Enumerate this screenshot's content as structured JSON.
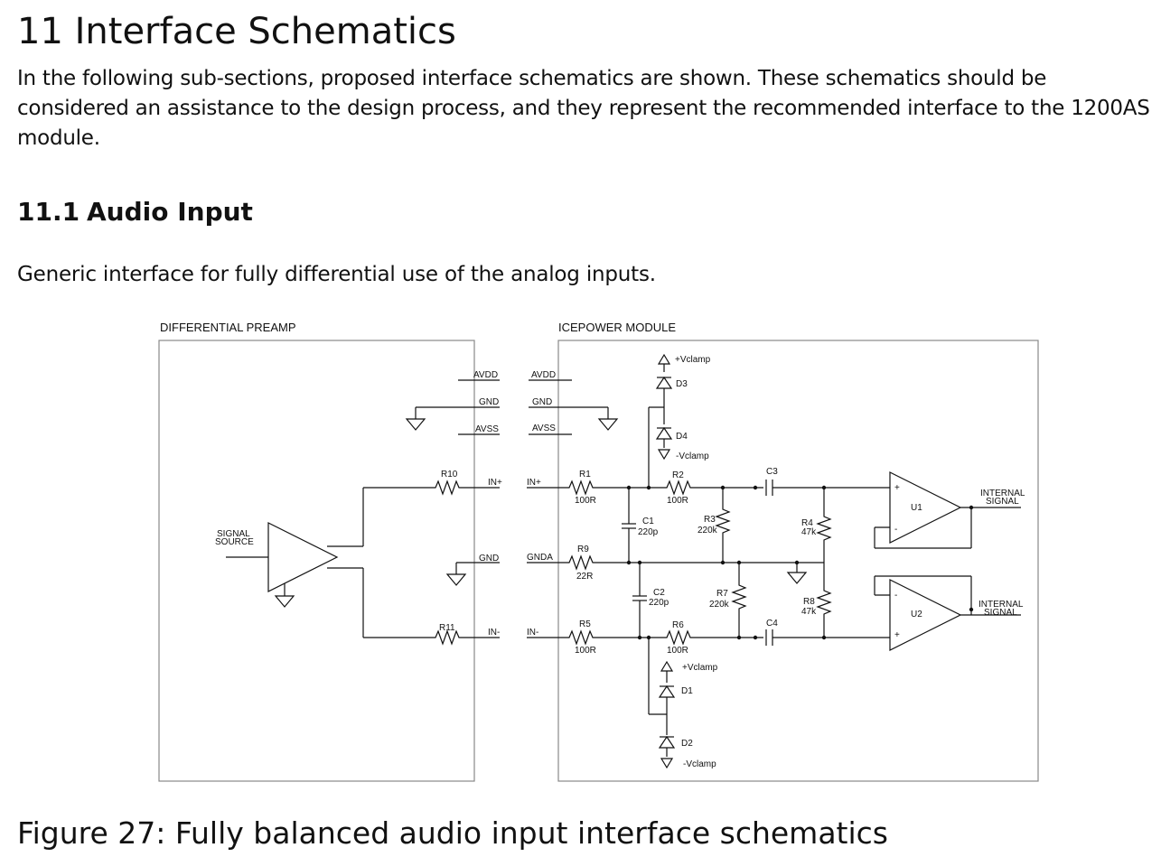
{
  "section": {
    "title": "11 Interface Schematics",
    "intro": "In the following sub-sections, proposed interface schematics are shown. These schematics should be considered an assistance to the design process, and they represent the recommended interface to the 1200AS module."
  },
  "subsection": {
    "number": "11.1",
    "title": "Audio Input",
    "lead": "Generic interface for fully differential use of the analog inputs."
  },
  "schematic": {
    "left_block": "DIFFERENTIAL PREAMP",
    "right_block": "ICEPOWER MODULE",
    "signal_source": [
      "SIGNAL",
      "SOURCE"
    ],
    "pins_left": [
      "AVDD",
      "GND",
      "AVSS",
      "IN+",
      "GND",
      "IN-"
    ],
    "pins_right": [
      "AVDD",
      "GND",
      "AVSS",
      "IN+",
      "GNDA",
      "IN-"
    ],
    "resistors": {
      "r10": "R10",
      "r11": "R11",
      "r1": "R1",
      "r1_val": "100R",
      "r2": "R2",
      "r2_val": "100R",
      "r3": "R3",
      "r3_val": "220k",
      "r4": "R4",
      "r4_val": "47k",
      "r5": "R5",
      "r5_val": "100R",
      "r6": "R6",
      "r6_val": "100R",
      "r7": "R7",
      "r7_val": "220k",
      "r8": "R8",
      "r8_val": "47k",
      "r9": "R9",
      "r9_val": "22R"
    },
    "capacitors": {
      "c1": "C1",
      "c1_val": "220p",
      "c2": "C2",
      "c2_val": "220p",
      "c3": "C3",
      "c4": "C4"
    },
    "diodes": {
      "d1": "D1",
      "d2": "D2",
      "d3": "D3",
      "d4": "D4"
    },
    "rails": {
      "vclamp_pos": "+Vclamp",
      "vclamp_neg": "-Vclamp"
    },
    "opamps": {
      "u1": "U1",
      "u2": "U2",
      "plus": "+",
      "minus": "-"
    },
    "outputs": {
      "u1_out": [
        "INTERNAL",
        "SIGNAL"
      ],
      "u2_out": [
        "INTERNAL",
        "SIGNAL"
      ]
    }
  },
  "figure": {
    "caption": "Figure 27: Fully balanced audio input interface schematics"
  }
}
